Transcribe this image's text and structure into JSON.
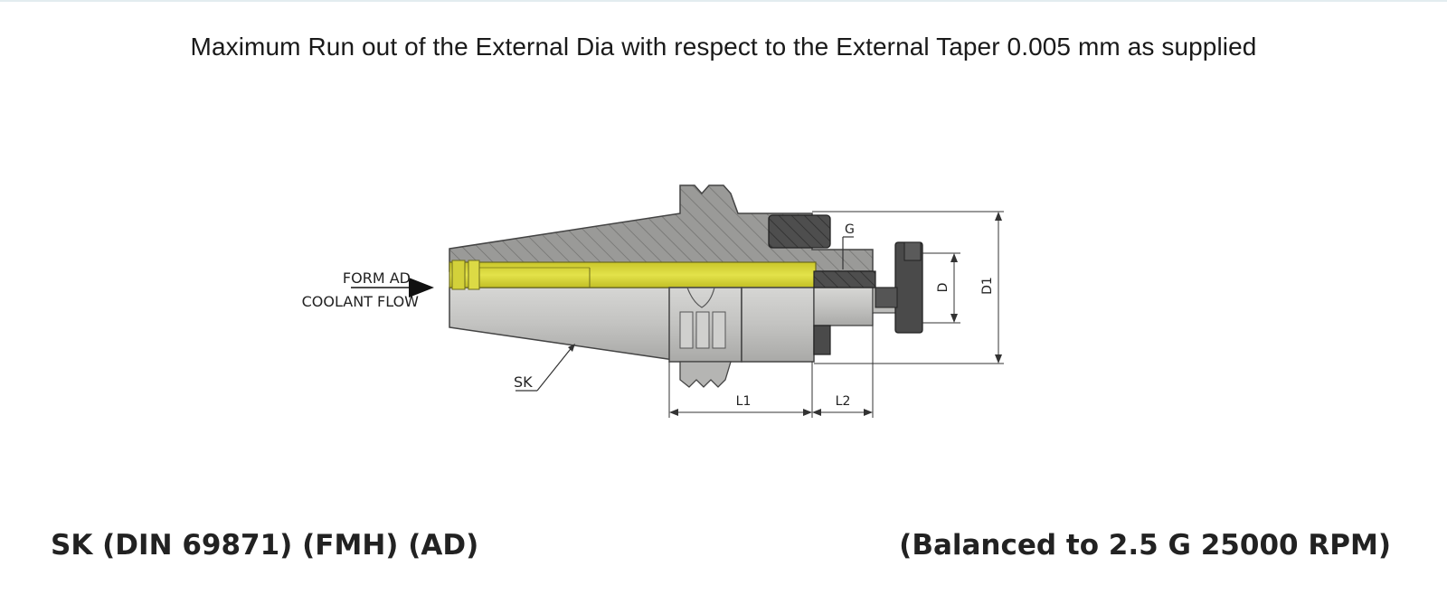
{
  "note": "Maximum Run out of the External Dia with respect to the External Taper 0.005 mm as supplied",
  "labels": {
    "coolant_line1": "FORM AD",
    "coolant_line2": "COOLANT FLOW",
    "sk": "SK",
    "g": "G",
    "d": "D",
    "d1": "D1",
    "l1": "L1",
    "l2": "L2"
  },
  "footer": {
    "title": "SK (DIN 69871) (FMH) (AD)",
    "balance": "(Balanced to 2.5 G 25000 RPM)"
  },
  "colors": {
    "body_grey": "#c6c6c4",
    "hatch_grey": "#8e8e8c",
    "coolant_yellow": "#d7d63a",
    "dark_part": "#4a4a4a"
  }
}
